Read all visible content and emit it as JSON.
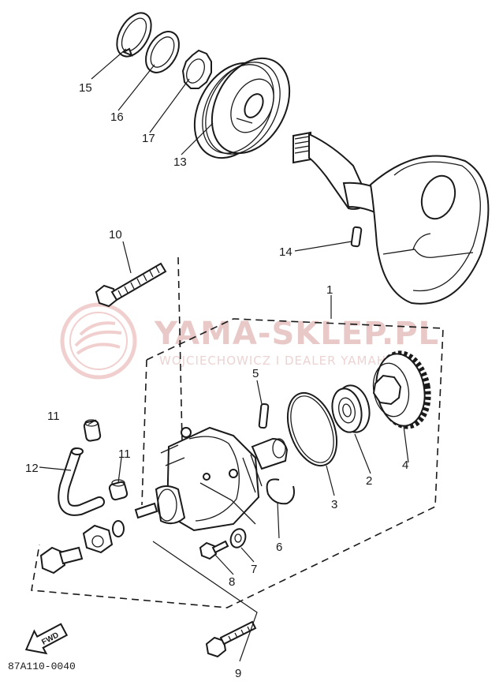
{
  "watermark": {
    "main": "YAMA-SKLEP.PL",
    "sub": "WOJCIECHOWICZ I DEALER YAMAHA"
  },
  "callouts": [
    "1",
    "2",
    "3",
    "4",
    "5",
    "6",
    "7",
    "8",
    "9",
    "10",
    "11",
    "11",
    "12",
    "13",
    "14",
    "15",
    "16",
    "17"
  ],
  "direction_arrow": "FWD",
  "diagram_code": "87A110-0040",
  "icons": {
    "watermark_logo": "yamaha-dealer-seal-icon",
    "direction": "forward-arrow-icon"
  },
  "colors": {
    "line": "#1a1a1a",
    "watermark": "#e9c8c8"
  }
}
